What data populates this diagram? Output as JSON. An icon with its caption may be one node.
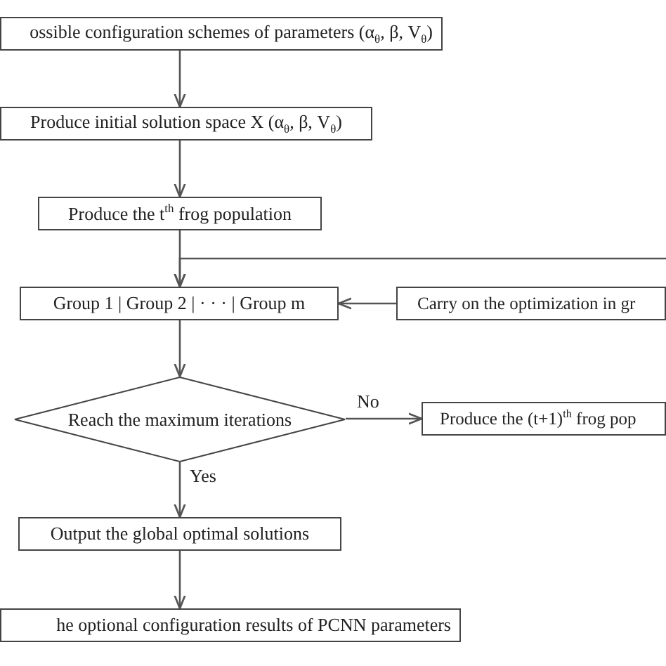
{
  "diagram": {
    "nodes": [
      {
        "text": [
          "ossible configuration schemes of parameters (α$_{θ}$, β, V$_{θ}$)"
        ]
      },
      {
        "text": [
          "Produce initial solution space X (α$_{θ}$, β, V$_{θ}$)"
        ]
      },
      {
        "text": [
          "Produce the t$^{th}$ frog population"
        ]
      },
      {
        "text": [
          "Group 1 | Group 2 | · · · | Group m"
        ]
      },
      {
        "text": [
          "Carry on the optimization in gr"
        ]
      },
      {
        "text": [
          "Reach the maximum iterations"
        ]
      },
      {
        "text": [
          "Produce the (t+1)$^{th}$ frog pop"
        ]
      },
      {
        "text": [
          "Output the global optimal solutions"
        ]
      },
      {
        "text": [
          "he optional configuration results of PCNN parameters"
        ]
      }
    ],
    "edges": [
      {
        "from": 0,
        "to": 1,
        "arrow": "to"
      },
      {
        "from": 1,
        "to": 2,
        "arrow": "to"
      },
      {
        "from": 2,
        "to": 3,
        "arrow": "to"
      },
      {
        "from": null,
        "to": 3,
        "arrow": "to"
      },
      {
        "from": 4,
        "to": 3,
        "arrow": "to"
      },
      {
        "from": 3,
        "to": 5,
        "arrow": "to"
      },
      {
        "from": 5,
        "to": 6,
        "arrow": "to",
        "label": "No"
      },
      {
        "from": 5,
        "to": 7,
        "arrow": "to",
        "label": "Yes"
      },
      {
        "from": 7,
        "to": 8,
        "arrow": "to"
      }
    ]
  }
}
